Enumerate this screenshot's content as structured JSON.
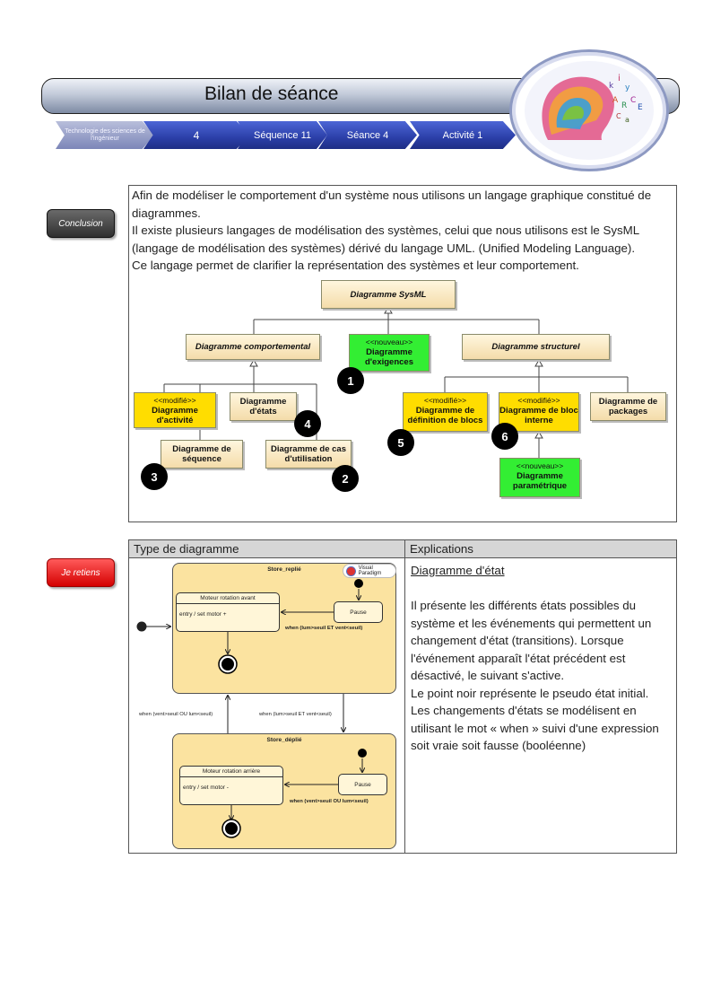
{
  "header": {
    "title": "Bilan de séance",
    "breadcrumb": [
      "Technologie des sciences de l'ingénieur",
      "4",
      "Séquence 11",
      "Séance 4",
      "Activité 1"
    ]
  },
  "sections": {
    "conclusion_tag": "Conclusion",
    "retiens_tag": "Je retiens"
  },
  "conclusion": {
    "paragraph1": "Afin de modéliser le comportement d'un système nous utilisons un langage graphique constitué de diagrammes.",
    "paragraph2": "Il existe plusieurs langages de modélisation des systèmes, celui que nous utilisons est le SysML (langage de modélisation des systèmes) dérivé du langage UML. (Unified Modeling Language).",
    "paragraph3": "Ce langage permet de clarifier la représentation des systèmes et leur comportement."
  },
  "sysml": {
    "root": "Diagramme SysML",
    "comportemental": "Diagramme comportemental",
    "structurel": "Diagramme structurel",
    "exigences_stereo": "<<nouveau>>",
    "exigences": "Diagramme d'exigences",
    "activite_stereo": "<<modifié>>",
    "activite": "Diagramme d'activité",
    "etats": "Diagramme d'états",
    "sequence": "Diagramme de séquence",
    "cas": "Diagramme de cas d'utilisation",
    "def_blocs_stereo": "<<modifié>>",
    "def_blocs": "Diagramme de définition de blocs",
    "bloc_interne_stereo": "<<modifié>>",
    "bloc_interne": "Diagramme de bloc interne",
    "packages": "Diagramme de packages",
    "parametrique_stereo": "<<nouveau>>",
    "parametrique": "Diagramme paramétrique",
    "badges": [
      "1",
      "2",
      "3",
      "4",
      "5",
      "6"
    ]
  },
  "table": {
    "col1": "Type de diagramme",
    "col2": "Explications",
    "heading": "Diagramme d'état",
    "explanation": [
      "Il présente les différents états possibles du système et les événements qui permettent un changement d'état (transitions). Lorsque l'événement apparaît l'état précédent est désactivé, le suivant s'active.",
      "Le point noir représente le pseudo état initial.",
      "Les changements d'états se modélisent en utilisant le mot « when » suivi d'une expression soit vraie soit fausse (booléenne)"
    ]
  },
  "state_diagram": {
    "logo": "Visual Paradigm",
    "store_replie": "Store_replié",
    "store_deplie": "Store_déplié",
    "moteur_avant": "Moteur rotation avant",
    "entry_avant": "entry / set motor +",
    "moteur_arriere": "Moteur rotation arrière",
    "entry_arriere": "entry / set motor -",
    "pause": "Pause",
    "when_top": "when (lum>seuil ET vent<seuil)",
    "when_bottom": "when (vent>seuil OU lum<seuil)",
    "when_left": "when (vent>seuil OU lum<seuil)",
    "when_right": "when (lum>seuil ET vent<seuil)"
  }
}
